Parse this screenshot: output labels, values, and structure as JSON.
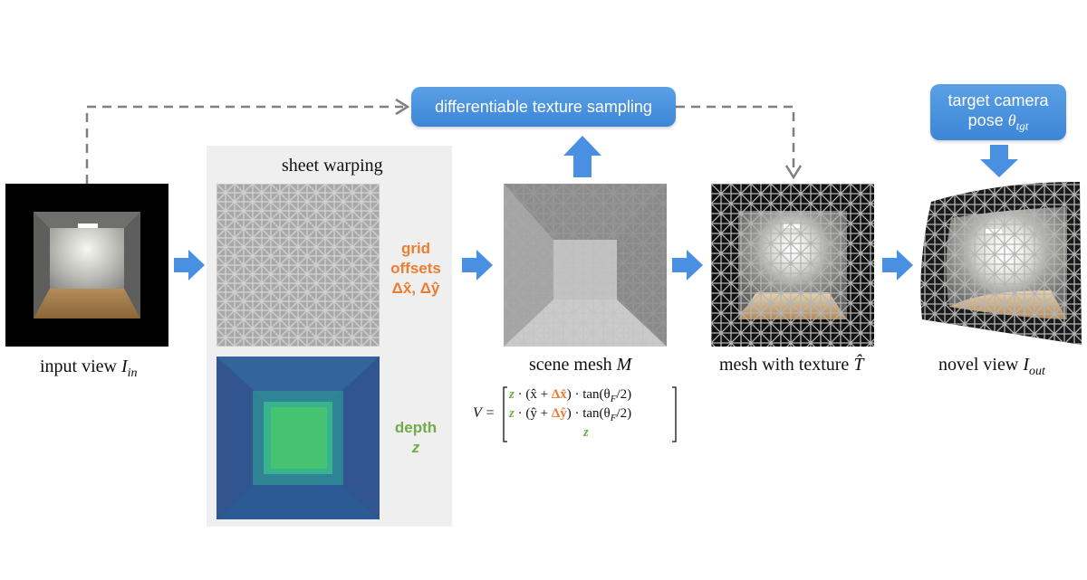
{
  "texture_sampling_label": "differentiable texture sampling",
  "target_camera": {
    "line1": "target camera",
    "line2": "pose",
    "symbol": "θ",
    "sub": "tgt"
  },
  "sheet_warping_title": "sheet warping",
  "grid_offsets": {
    "line1": "grid",
    "line2": "offsets",
    "line3": "Δx̂, Δŷ"
  },
  "depth": {
    "line1": "depth",
    "line2": "z"
  },
  "captions": {
    "input_view": {
      "text": "input view ",
      "symbol": "I",
      "sub": "in"
    },
    "scene_mesh": {
      "text": "scene mesh ",
      "symbol": "M"
    },
    "mesh_texture": {
      "text": "mesh with texture ",
      "symbol": "T̂"
    },
    "novel_view": {
      "text": "novel view ",
      "symbol": "I",
      "sub": "out"
    }
  },
  "formula": {
    "lhs": "V =",
    "row1": {
      "z": "z",
      "a": " · (x̂ + ",
      "d": "Δx̂",
      "b": ") · tan(θ",
      "sub": "F",
      "c": "/2)"
    },
    "row2": {
      "z": "z",
      "a": " · (ŷ + ",
      "d": "Δŷ",
      "b": ") · tan(θ",
      "sub": "F",
      "c": "/2)"
    },
    "row3": {
      "z": "z"
    }
  },
  "colors": {
    "accent_blue": "#4a90e2",
    "orange": "#ed7d31",
    "green": "#70ad47",
    "dashed": "#7f7f7f"
  }
}
